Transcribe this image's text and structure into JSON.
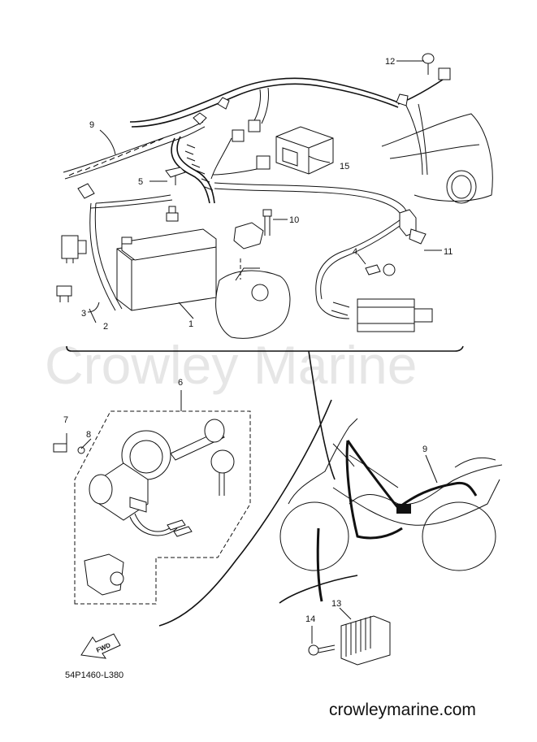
{
  "diagram": {
    "watermark": "Crowley Marine",
    "site_url": "crowleymarine.com",
    "figure_ref": "54P1460-L380",
    "fwd_label": "FWD",
    "callouts": {
      "c1": "1",
      "c2": "2",
      "c3": "3",
      "c4": "4",
      "c5": "5",
      "c6": "6",
      "c7": "7",
      "c8": "8",
      "c9a": "9",
      "c9b": "9",
      "c10": "10",
      "c11": "11",
      "c12": "12",
      "c13": "13",
      "c14": "14",
      "c15": "15"
    }
  }
}
